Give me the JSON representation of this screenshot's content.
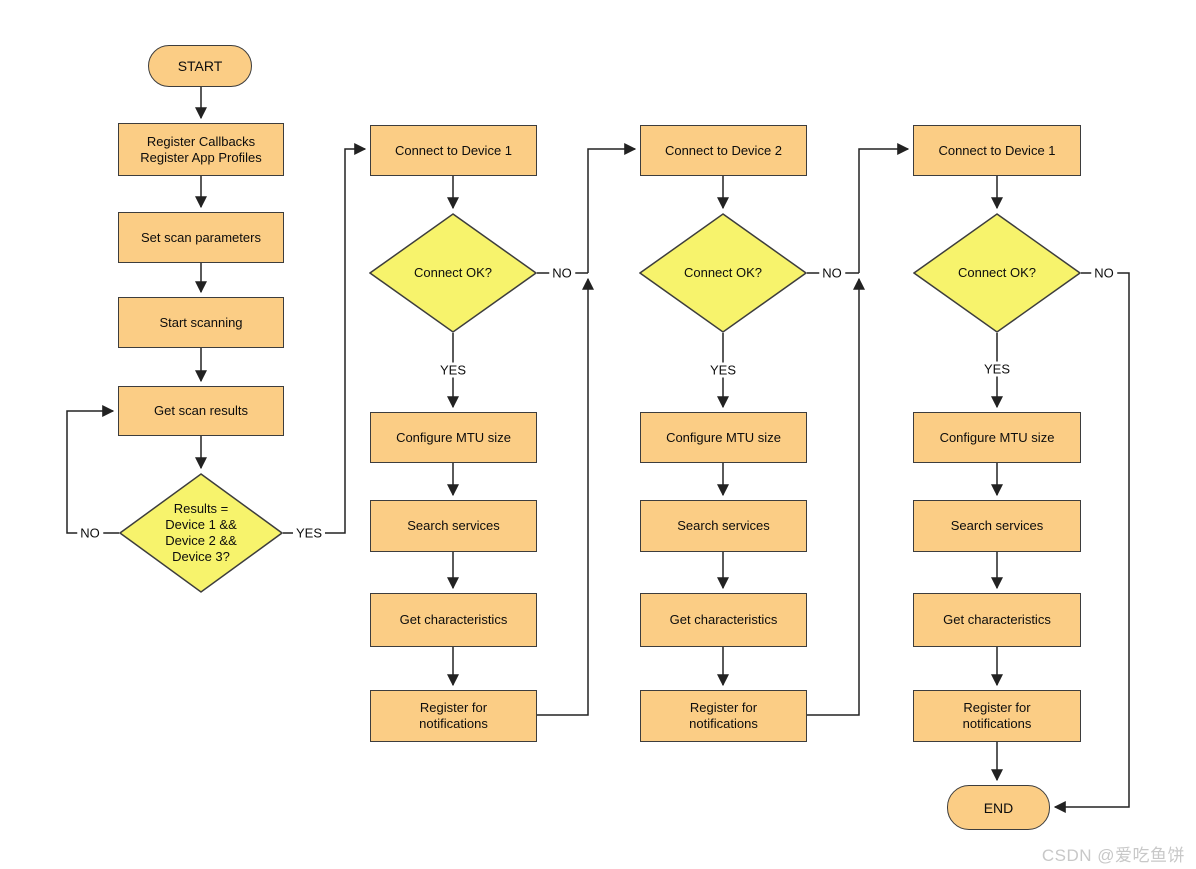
{
  "colors": {
    "process_fill": "#fbcd85",
    "decision_fill": "#f7f36c",
    "border": "#3d3d3d",
    "line": "#222222",
    "text": "#0d0d0d",
    "watermark": "#c8c8c8"
  },
  "edges": {
    "yes": "YES",
    "no": "NO"
  },
  "left": {
    "start": "START",
    "steps": [
      "Register Callbacks\nRegister App Profiles",
      "Set scan parameters",
      "Start scanning",
      "Get scan results"
    ],
    "decision": "Results =\nDevice 1 &&\nDevice 2 &&\nDevice 3?"
  },
  "columns": [
    {
      "connect": "Connect to Device 1",
      "decision": "Connect OK?",
      "steps": [
        "Configure MTU size",
        "Search services",
        "Get characteristics",
        "Register for\nnotifications"
      ]
    },
    {
      "connect": "Connect to Device 2",
      "decision": "Connect OK?",
      "steps": [
        "Configure MTU size",
        "Search services",
        "Get characteristics",
        "Register for\nnotifications"
      ]
    },
    {
      "connect": "Connect to Device 1",
      "decision": "Connect OK?",
      "steps": [
        "Configure MTU size",
        "Search services",
        "Get characteristics",
        "Register for\nnotifications"
      ]
    }
  ],
  "end_label": "END",
  "watermark": "CSDN @爱吃鱼饼"
}
